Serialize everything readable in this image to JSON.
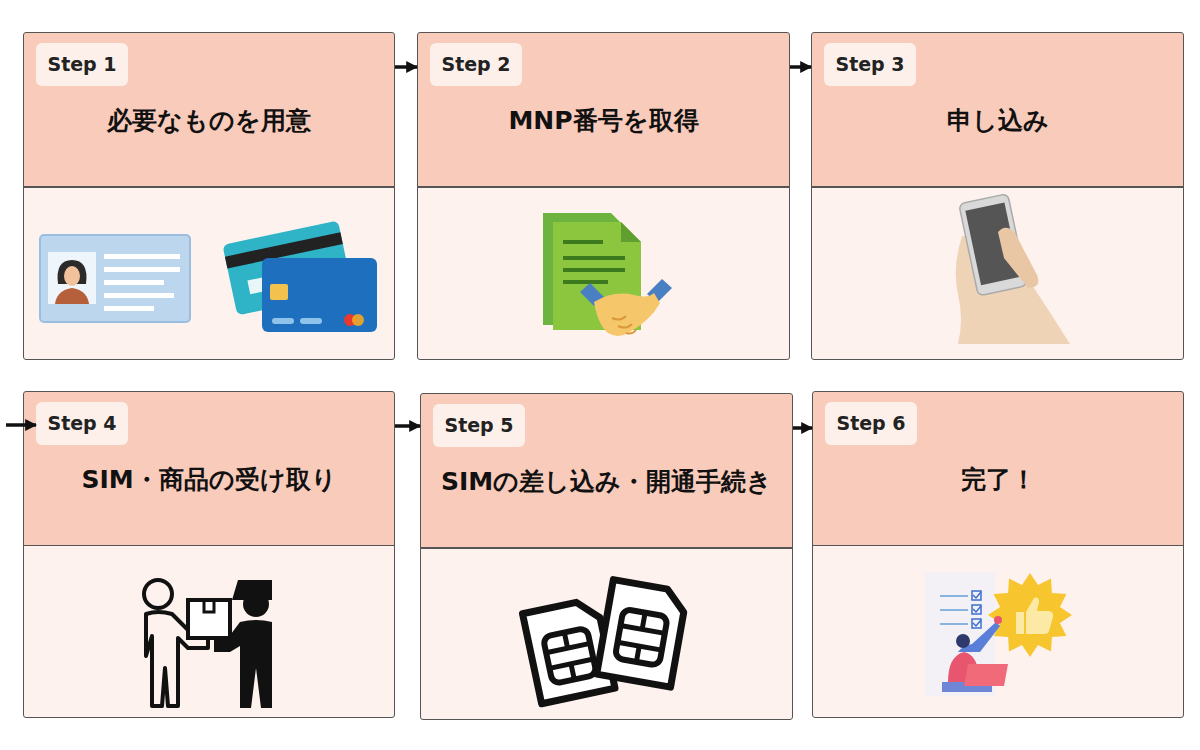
{
  "diagram": {
    "nodes": [
      {
        "text": [
          "必要なものを用意"
        ]
      },
      {
        "text": [
          "Step 1"
        ],
        "in": 0
      },
      {
        "text": [
          "MNP番号を取得"
        ]
      },
      {
        "text": [
          "Step 2"
        ],
        "in": 2
      },
      {
        "text": [
          "申し込み"
        ]
      },
      {
        "text": [
          "Step 3"
        ],
        "in": 4
      },
      {
        "text": [
          "SIM・商品の受け取り"
        ]
      },
      {
        "text": [
          "Step 4"
        ],
        "in": 6
      },
      {
        "text": [
          "SIMの差し込み・開通手続き"
        ]
      },
      {
        "text": [
          "Step 5"
        ],
        "in": 8
      },
      {
        "text": [
          "完了！"
        ]
      },
      {
        "text": [
          "Step 6"
        ],
        "in": 10
      }
    ],
    "edges": [
      {
        "from": 0,
        "to": 2,
        "arrow": "to"
      },
      {
        "from": 2,
        "to": 4,
        "arrow": "to"
      },
      {
        "from": 6,
        "to": 8,
        "arrow": "to"
      },
      {
        "from": 8,
        "to": 10,
        "arrow": "to"
      }
    ]
  }
}
